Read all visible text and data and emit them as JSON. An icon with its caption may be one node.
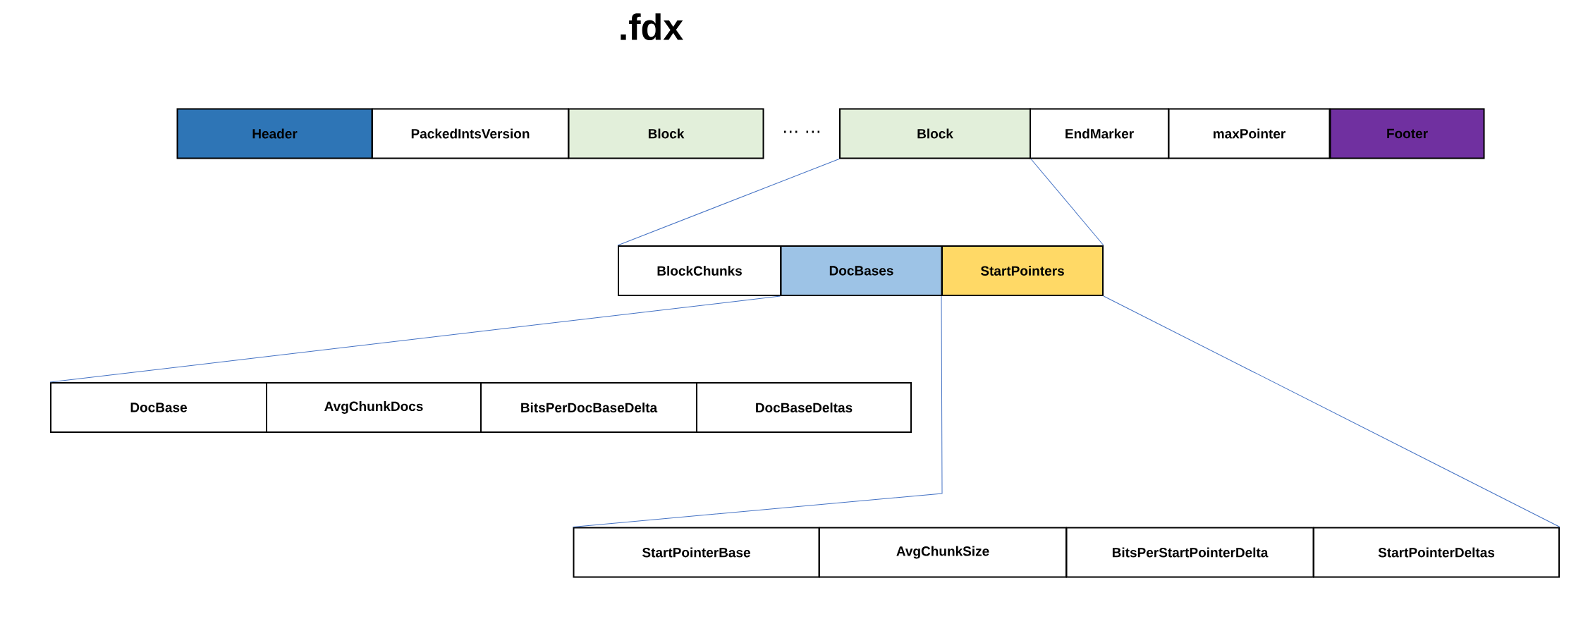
{
  "diagram": {
    "title": ".fdx",
    "nodes": [
      {
        "text": [
          "Header"
        ]
      },
      {
        "text": [
          "PackedIntsVersion"
        ]
      },
      {
        "text": [
          "Block"
        ]
      },
      {
        "text": [
          "Block"
        ]
      },
      {
        "text": [
          "EndMarker"
        ]
      },
      {
        "text": [
          "maxPointer"
        ]
      },
      {
        "text": [
          "Footer"
        ]
      },
      {
        "text": [
          "BlockChunks"
        ]
      },
      {
        "text": [
          "DocBases"
        ]
      },
      {
        "text": [
          "StartPointers"
        ]
      },
      {
        "text": [
          "DocBase"
        ]
      },
      {
        "text": [
          "AvgChunkDocs"
        ]
      },
      {
        "text": [
          "BitsPerDocBaseDelta"
        ]
      },
      {
        "text": [
          "DocBaseDeltas"
        ]
      },
      {
        "text": [
          "StartPointerBase"
        ]
      },
      {
        "text": [
          "AvgChunkSize"
        ]
      },
      {
        "text": [
          "BitsPerStartPointerDelta"
        ]
      },
      {
        "text": [
          "StartPointerDeltas"
        ]
      }
    ],
    "edges": [
      {
        "from": 3,
        "to": 7,
        "arrow": "none"
      },
      {
        "from": 3,
        "to": 9,
        "arrow": "none"
      },
      {
        "from": 8,
        "to": 10,
        "arrow": "none"
      },
      {
        "from": 9,
        "to": 14,
        "arrow": "none"
      },
      {
        "from": 9,
        "to": 17,
        "arrow": "none"
      }
    ],
    "labels": [
      "⋯ ⋯"
    ]
  }
}
